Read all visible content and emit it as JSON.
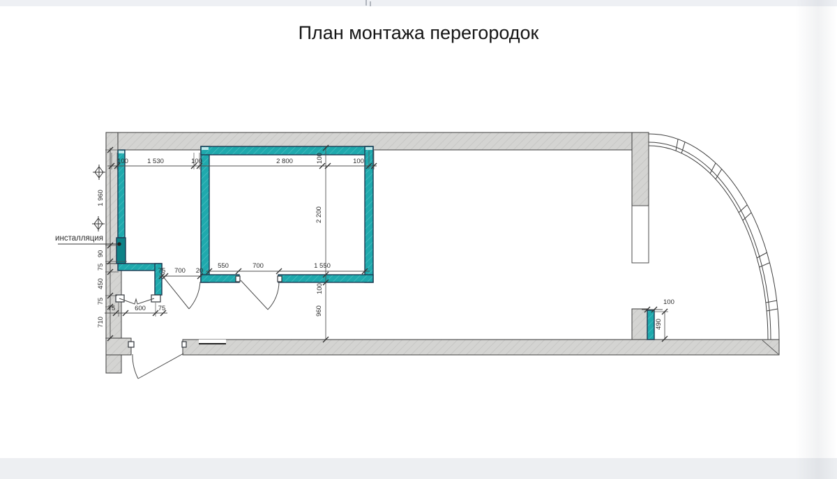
{
  "title": "План монтажа перегородок",
  "labels": {
    "installation": "инсталляция"
  },
  "dims": {
    "top": [
      "100",
      "1 530",
      "100",
      "2 800",
      "100"
    ],
    "left": [
      "1 960",
      "90",
      "75",
      "450",
      "75",
      "710"
    ],
    "small_room": [
      "75",
      "600",
      "75"
    ],
    "corridor": [
      "75",
      "700",
      "20"
    ],
    "room_bottom": [
      "550",
      "700",
      "1 550"
    ],
    "center": [
      "100",
      "2 200",
      "100",
      "960"
    ],
    "right": [
      "100",
      "490"
    ]
  },
  "colors": {
    "partition_teal": "#1fa9ad",
    "installation_teal": "#0d8287",
    "teal_outline": "#1d3a52",
    "wall_gray": "#d4d4d2",
    "line_gray": "#454545"
  }
}
